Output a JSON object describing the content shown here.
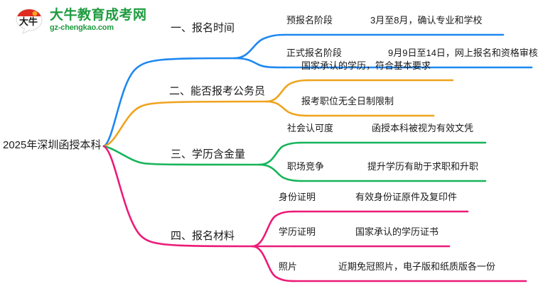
{
  "logo": {
    "mark_text": "大牛",
    "title": "大牛教育成考网",
    "url": "gz-chengkao.com",
    "color": "#1f9b3f"
  },
  "root": {
    "label": "2025年深圳函授本科"
  },
  "colors": {
    "branch1": "#1e88f0",
    "branch2": "#efa31d",
    "branch3": "#16b45a",
    "branch4": "#ec1a78"
  },
  "branches": [
    {
      "label": "一、报名时间",
      "color": "#1e88f0",
      "leaves": [
        {
          "key": "预报名阶段",
          "value": "3月至8月，确认专业和学校"
        },
        {
          "key": "正式报名阶段",
          "value": "9月9日至14日，网上报名和资格审核"
        }
      ]
    },
    {
      "label": "二、能否报考公务员",
      "color": "#efa31d",
      "leaves": [
        {
          "key": "",
          "value": "国家承认的学历，符合基本要求"
        },
        {
          "key": "",
          "value": "报考职位无全日制限制"
        }
      ]
    },
    {
      "label": "三、学历含金量",
      "color": "#16b45a",
      "leaves": [
        {
          "key": "社会认可度",
          "value": "函授本科被视为有效文凭"
        },
        {
          "key": "职场竞争",
          "value": "提升学历有助于求职和升职"
        }
      ]
    },
    {
      "label": "四、报名材料",
      "color": "#ec1a78",
      "leaves": [
        {
          "key": "身份证明",
          "value": "有效身份证原件及复印件"
        },
        {
          "key": "学历证明",
          "value": "国家承认的学历证书"
        },
        {
          "key": "照片",
          "value": "近期免冠照片，电子版和纸质版各一份"
        }
      ]
    }
  ]
}
